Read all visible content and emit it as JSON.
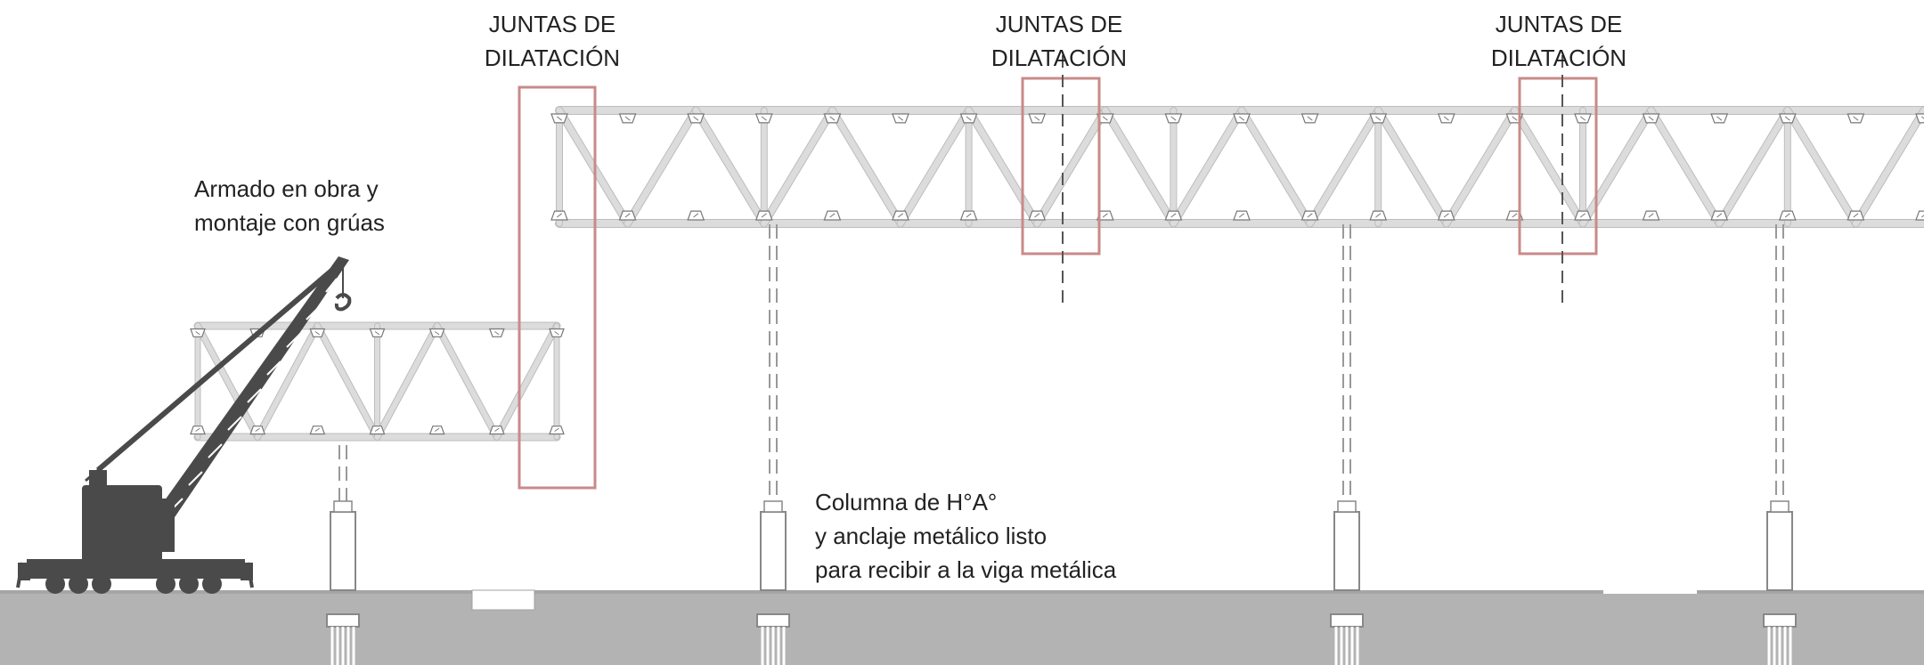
{
  "labels": {
    "joint_title_line1": "JUNTAS DE",
    "joint_title_line2": "DILATACIÓN",
    "crane_note_line1": "Armado en obra y",
    "crane_note_line2": "montaje con grúas",
    "column_note_line1": "Columna de H°A°",
    "column_note_line2": "y anclaje metálico listo",
    "column_note_line3": "para recibir a la viga metálica"
  },
  "colors": {
    "truss": "#dcdcdc",
    "truss_edge": "#bdbdbd",
    "joint_frame": "#c98a8a",
    "ground": "#b0b0b0",
    "crane": "#4a4a4a",
    "dashed": "#999999",
    "text": "#222222"
  },
  "icons": [
    "crane-icon",
    "pile-foundation-icon",
    "truss-node-icon"
  ]
}
